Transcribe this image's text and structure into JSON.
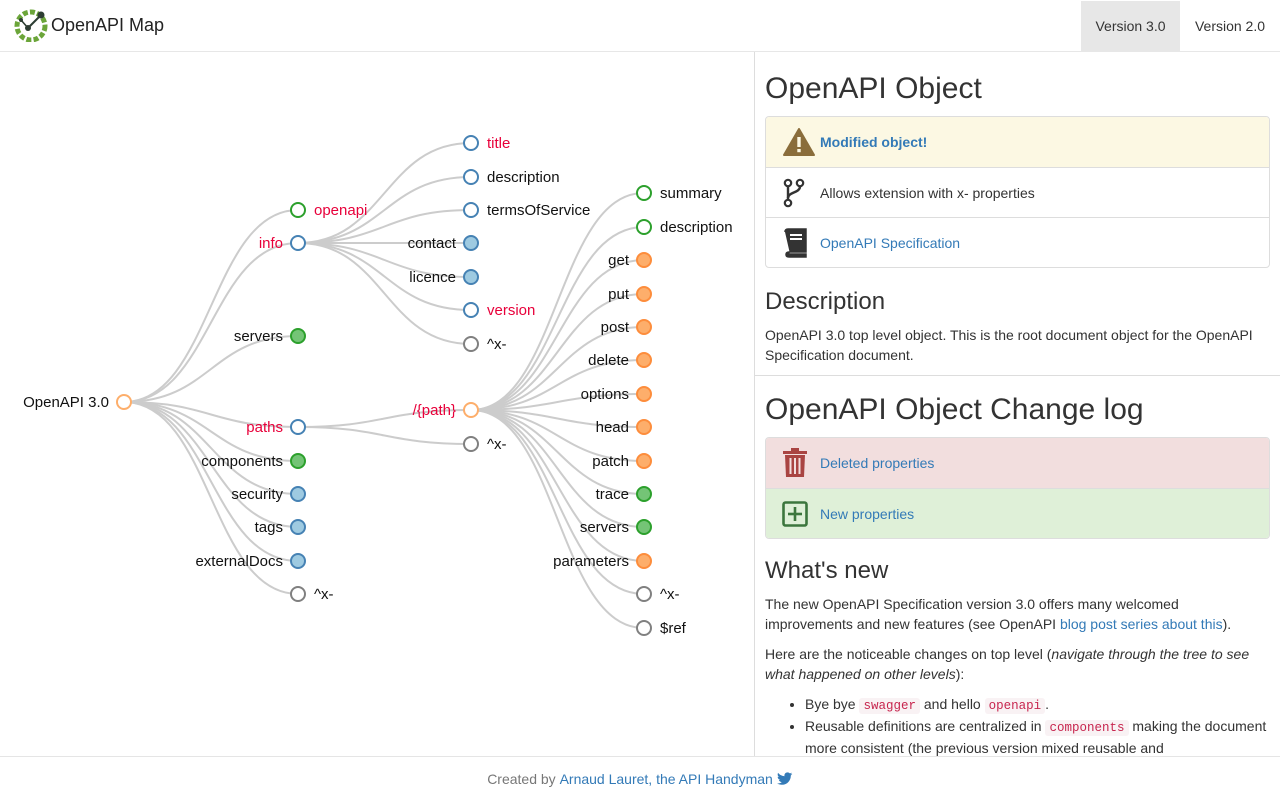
{
  "navbar": {
    "brand": "OpenAPI Map",
    "version3_label": "Version 3.0",
    "version2_label": "Version 2.0"
  },
  "colors": {
    "green": "#2ca02c",
    "blue": "#4682b4",
    "grey": "#808080",
    "orange": "#fdae6b",
    "red": "#e8003a",
    "link": "#337ab7"
  },
  "tree": {
    "nodes": [
      {
        "id": "root",
        "label": "OpenAPI 3.0",
        "side": "left",
        "status": "none",
        "style": "hollow-orange"
      },
      {
        "id": "openapi",
        "label": "openapi",
        "side": "right",
        "status": "modified",
        "style": "hollow-green"
      },
      {
        "id": "info",
        "label": "info",
        "side": "left",
        "status": "modified",
        "style": "hollow-blue"
      },
      {
        "id": "servers",
        "label": "servers",
        "side": "left",
        "status": "none",
        "style": "filled-green"
      },
      {
        "id": "paths",
        "label": "paths",
        "side": "left",
        "status": "modified",
        "style": "hollow-blue"
      },
      {
        "id": "components",
        "label": "components",
        "side": "left",
        "status": "none",
        "style": "filled-green"
      },
      {
        "id": "security",
        "label": "security",
        "side": "left",
        "status": "none",
        "style": "filled-blue"
      },
      {
        "id": "tags",
        "label": "tags",
        "side": "left",
        "status": "none",
        "style": "filled-blue"
      },
      {
        "id": "externalDocs",
        "label": "externalDocs",
        "side": "left",
        "status": "none",
        "style": "filled-blue"
      },
      {
        "id": "rootx",
        "label": "^x-",
        "side": "right",
        "status": "none",
        "style": "hollow-grey"
      },
      {
        "id": "title",
        "label": "title",
        "side": "right",
        "status": "modified",
        "style": "hollow-blue"
      },
      {
        "id": "infodesc",
        "label": "description",
        "side": "right",
        "status": "none",
        "style": "hollow-blue"
      },
      {
        "id": "terms",
        "label": "termsOfService",
        "side": "right",
        "status": "none",
        "style": "hollow-blue"
      },
      {
        "id": "contact",
        "label": "contact",
        "side": "left",
        "status": "none",
        "style": "filled-blue"
      },
      {
        "id": "licence",
        "label": "licence",
        "side": "left",
        "status": "none",
        "style": "filled-blue"
      },
      {
        "id": "version",
        "label": "version",
        "side": "right",
        "status": "modified",
        "style": "hollow-blue"
      },
      {
        "id": "infox",
        "label": "^x-",
        "side": "right",
        "status": "none",
        "style": "hollow-grey"
      },
      {
        "id": "path",
        "label": "/{path}",
        "side": "left",
        "status": "modified",
        "style": "hollow-orange"
      },
      {
        "id": "pathsx",
        "label": "^x-",
        "side": "right",
        "status": "none",
        "style": "hollow-grey"
      },
      {
        "id": "summary",
        "label": "summary",
        "side": "right",
        "status": "none",
        "style": "hollow-green"
      },
      {
        "id": "pdesc",
        "label": "description",
        "side": "right",
        "status": "none",
        "style": "hollow-green"
      },
      {
        "id": "get",
        "label": "get",
        "side": "left",
        "status": "none",
        "style": "filled-orange"
      },
      {
        "id": "put",
        "label": "put",
        "side": "left",
        "status": "none",
        "style": "filled-orange"
      },
      {
        "id": "post",
        "label": "post",
        "side": "left",
        "status": "none",
        "style": "filled-orange"
      },
      {
        "id": "delete",
        "label": "delete",
        "side": "left",
        "status": "none",
        "style": "filled-orange"
      },
      {
        "id": "options",
        "label": "options",
        "side": "left",
        "status": "none",
        "style": "filled-orange"
      },
      {
        "id": "head",
        "label": "head",
        "side": "left",
        "status": "none",
        "style": "filled-orange"
      },
      {
        "id": "patch",
        "label": "patch",
        "side": "left",
        "status": "none",
        "style": "filled-orange"
      },
      {
        "id": "trace",
        "label": "trace",
        "side": "left",
        "status": "none",
        "style": "filled-green"
      },
      {
        "id": "pservers",
        "label": "servers",
        "side": "left",
        "status": "none",
        "style": "filled-green"
      },
      {
        "id": "parameters",
        "label": "parameters",
        "side": "left",
        "status": "none",
        "style": "filled-orange"
      },
      {
        "id": "pathx",
        "label": "^x-",
        "side": "right",
        "status": "none",
        "style": "hollow-grey"
      },
      {
        "id": "ref",
        "label": "$ref",
        "side": "right",
        "status": "none",
        "style": "hollow-grey"
      }
    ],
    "links": [
      [
        "root",
        "openapi"
      ],
      [
        "root",
        "info"
      ],
      [
        "root",
        "servers"
      ],
      [
        "root",
        "paths"
      ],
      [
        "root",
        "components"
      ],
      [
        "root",
        "security"
      ],
      [
        "root",
        "tags"
      ],
      [
        "root",
        "externalDocs"
      ],
      [
        "root",
        "rootx"
      ],
      [
        "info",
        "title"
      ],
      [
        "info",
        "infodesc"
      ],
      [
        "info",
        "terms"
      ],
      [
        "info",
        "contact"
      ],
      [
        "info",
        "licence"
      ],
      [
        "info",
        "version"
      ],
      [
        "info",
        "infox"
      ],
      [
        "paths",
        "path"
      ],
      [
        "paths",
        "pathsx"
      ],
      [
        "path",
        "summary"
      ],
      [
        "path",
        "pdesc"
      ],
      [
        "path",
        "get"
      ],
      [
        "path",
        "put"
      ],
      [
        "path",
        "post"
      ],
      [
        "path",
        "delete"
      ],
      [
        "path",
        "options"
      ],
      [
        "path",
        "head"
      ],
      [
        "path",
        "patch"
      ],
      [
        "path",
        "trace"
      ],
      [
        "path",
        "pservers"
      ],
      [
        "path",
        "parameters"
      ],
      [
        "path",
        "pathx"
      ],
      [
        "path",
        "ref"
      ]
    ]
  },
  "panel": {
    "title": "OpenAPI Object",
    "badges": {
      "modified": "Modified object!",
      "extension": "Allows extension with x- properties",
      "spec_link": "OpenAPI Specification"
    },
    "description_heading": "Description",
    "description_text": "OpenAPI 3.0 top level object. This is the root document object for the OpenAPI Specification document.",
    "changelog_title": "OpenAPI Object Change log",
    "changelog": {
      "deleted": "Deleted properties",
      "new": "New properties"
    },
    "whatsnew_heading": "What's new",
    "whatsnew_p1_before": "The new OpenAPI Specification version 3.0 offers many welcomed improvements and new features (see OpenAPI ",
    "whatsnew_p1_link": "blog post series about this",
    "whatsnew_p1_after": ").",
    "whatsnew_p2_before": "Here are the noticeable changes on top level (",
    "whatsnew_p2_em": "navigate through the tree to see what happened on other levels",
    "whatsnew_p2_after": "):",
    "bullet1_a": "Bye bye ",
    "bullet1_code1": "swagger",
    "bullet1_b": " and hello ",
    "bullet1_code2": "openapi",
    "bullet1_c": ".",
    "bullet2_a": "Reusable definitions are centralized in ",
    "bullet2_code": "components",
    "bullet2_b": " making the document more consistent (the previous version mixed reusable and"
  },
  "footer": {
    "prefix": "Created by ",
    "link": "Arnaud Lauret, the API Handyman",
    "twitter_icon": "twitter-icon"
  }
}
